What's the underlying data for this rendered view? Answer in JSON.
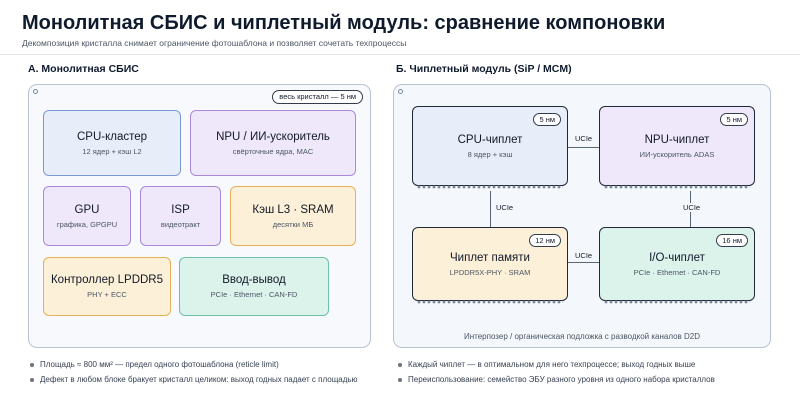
{
  "header": {
    "title": "Монолитная СБИС и чиплетный модуль: сравнение компоновки",
    "subtitle": "Декомпозиция кристалла снимает ограничение фотошаблона и позволяет сочетать техпроцессы"
  },
  "monolithic": {
    "heading": "А. Монолитная СБИС",
    "tag": "весь кристалл — 5 нм",
    "blocks": [
      {
        "name": "CPU-кластер",
        "desc": "12 ядер + кэш L2",
        "color": "#7a99d4"
      },
      {
        "name": "NPU / ИИ-ускоритель",
        "desc": "свёрточные ядра, MAC",
        "color": "#a98ad8"
      },
      {
        "name": "GPU",
        "desc": "графика, GPGPU",
        "color": "#a98ad8"
      },
      {
        "name": "ISP",
        "desc": "видеотракт",
        "color": "#a98ad8"
      },
      {
        "name": "Кэш L3 · SRAM",
        "desc": "десятки МБ",
        "color": "#e3b257"
      },
      {
        "name": "Контроллер LPDDR5",
        "desc": "PHY + ECC",
        "color": "#e3b257"
      },
      {
        "name": "Ввод-вывод",
        "desc": "PCIe · Ethernet · CAN-FD",
        "color": "#6cc2a8"
      }
    ],
    "notes": [
      "Площадь ≈ 800 мм² — предел одного фотошаблона (reticle limit)",
      "Дефект в любом блоке бракует кристалл целиком: выход годных падает с площадью"
    ]
  },
  "chiplet": {
    "heading": "Б. Чиплетный модуль (SiP / MCM)",
    "chips": [
      {
        "name": "CPU-чиплет",
        "desc": "8 ядер + кэш",
        "node": "5 нм",
        "color": "#7a99d4"
      },
      {
        "name": "NPU-чиплет",
        "desc": "ИИ-ускоритель ADAS",
        "node": "5 нм",
        "color": "#a98ad8"
      },
      {
        "name": "Чиплет памяти",
        "desc": "LPDDR5X-PHY · SRAM",
        "node": "12 нм",
        "color": "#e3b257"
      },
      {
        "name": "I/O-чиплет",
        "desc": "PCIe · Ethernet · CAN-FD",
        "node": "16 нм",
        "color": "#6cc2a8"
      }
    ],
    "links": [
      "UCIe",
      "UCIe",
      "UCIe",
      "UCIe"
    ],
    "interposer": "Интерпозер / органическая подложка с разводкой каналов D2D",
    "notes": [
      "Каждый чиплет — в оптимальном для него техпроцессе; выход годных выше",
      "Переиспользование: семейство ЭБУ разного уровня из одного набора кристаллов"
    ]
  }
}
